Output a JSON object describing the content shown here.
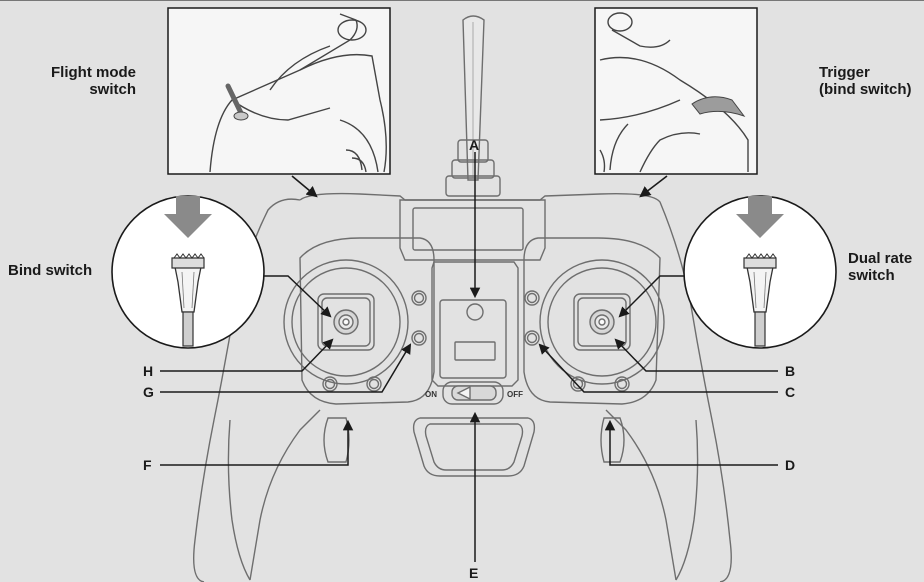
{
  "callouts": {
    "flight_mode_switch": "Flight mode\nswitch",
    "trigger_bind_switch": "Trigger\n(bind switch)",
    "bind_switch": "Bind switch",
    "dual_rate_switch": "Dual rate\nswitch"
  },
  "letters": {
    "A": "A",
    "B": "B",
    "C": "C",
    "D": "D",
    "E": "E",
    "F": "F",
    "G": "G",
    "H": "H"
  },
  "power_switch": {
    "on_label": "ON",
    "off_label": "OFF"
  },
  "colors": {
    "background": "#e2e2e2",
    "line": "#1a1a1a",
    "outline": "#6e6e6e",
    "arrow": "#8a8a8a"
  }
}
